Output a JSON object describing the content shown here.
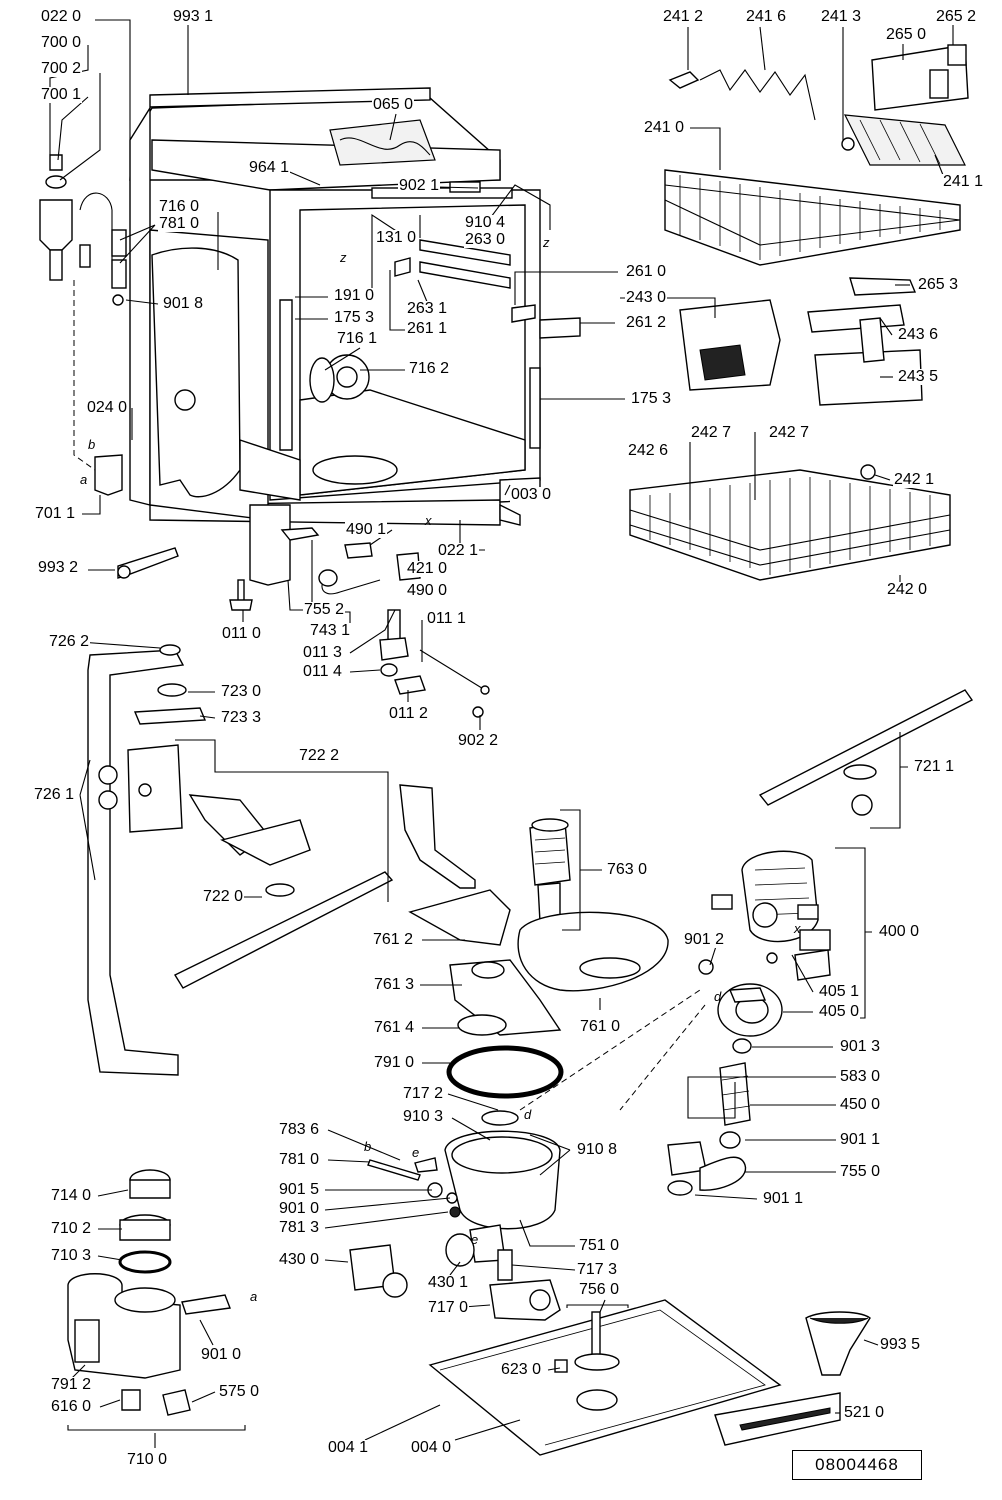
{
  "document_number": "08004468",
  "labels": [
    "022 0",
    "993 1",
    "700 0",
    "700 2",
    "700 1",
    "065 0",
    "241 2",
    "241 6",
    "241 3",
    "265 2",
    "265 0",
    "964 1",
    "902 1",
    "716 0",
    "781 0",
    "910 4",
    "263 0",
    "131 0",
    "241 0",
    "241 1",
    "261 0",
    "901 8",
    "191 0",
    "263 1",
    "243 0",
    "265 3",
    "175 3",
    "261 1",
    "261 2",
    "716 1",
    "716 2",
    "243 6",
    "243 5",
    "024 0",
    "175 3",
    "242 6",
    "242 7",
    "242 7",
    "242 6",
    "242 1",
    "003 0",
    "701 1",
    "490 1",
    "022 1",
    "421 0",
    "993 2",
    "490 0",
    "242 0",
    "011 1",
    "755 2",
    "743 1",
    "011 0",
    "011 3",
    "011 4",
    "011 2",
    "902 2",
    "726 2",
    "723 0",
    "723 3",
    "722 2",
    "721 1",
    "726 1",
    "763 0",
    "722 0",
    "761 2",
    "901 2",
    "400 0",
    "761 3",
    "405 1",
    "405 0",
    "761 0",
    "761 4",
    "791 0",
    "901 3",
    "583 0",
    "717 2",
    "450 0",
    "910 3",
    "783 6",
    "910 8",
    "781 0",
    "901 1",
    "755 0",
    "714 0",
    "901 5",
    "901 0",
    "901 1",
    "781 3",
    "710 2",
    "751 0",
    "430 0",
    "710 3",
    "717 3",
    "430 1",
    "756 0",
    "717 0",
    "901 0",
    "993 5",
    "623 0",
    "791 2",
    "575 0",
    "616 0",
    "521 0",
    "710 0",
    "004 1",
    "004 0"
  ],
  "letters": [
    "b",
    "a",
    "z",
    "z",
    "x",
    "x",
    "b",
    "e",
    "d",
    "e",
    "a",
    "d"
  ]
}
